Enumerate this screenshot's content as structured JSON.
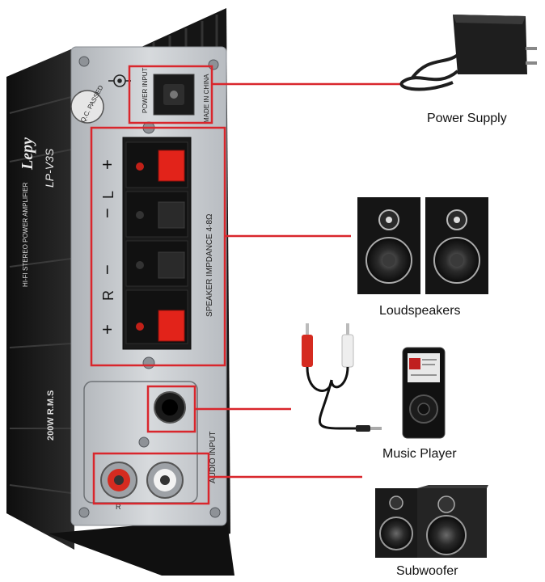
{
  "amplifier": {
    "brand": "Lepy",
    "model": "LP-V3S",
    "side_text": "HI-FI STEREO POWER AMPLIFIER",
    "side_text2": "200W R.M.S",
    "qc_text": "Q.C. PASSED",
    "power_input_label": "POWER INPUT",
    "made_in_label": "MADE IN CHINA",
    "speaker_impedance_label": "SPEAKER IMPDANCE 4-8Ω",
    "audio_input_label": "AUDIO INPUT",
    "channel_left": "L",
    "channel_right": "R",
    "plus": "+",
    "minus": "−",
    "rca_left_mark": "R"
  },
  "callouts": [
    {
      "id": "power-supply",
      "label": "Power Supply"
    },
    {
      "id": "loudspeakers",
      "label": "Loudspeakers"
    },
    {
      "id": "music-player",
      "label": "Music Player"
    },
    {
      "id": "subwoofer",
      "label": "Subwoofer"
    }
  ],
  "colors": {
    "highlight": "#d9262c",
    "panel": "#c9ccd0",
    "chassis": "#1b1b1b",
    "red_terminal": "#e2231a"
  }
}
